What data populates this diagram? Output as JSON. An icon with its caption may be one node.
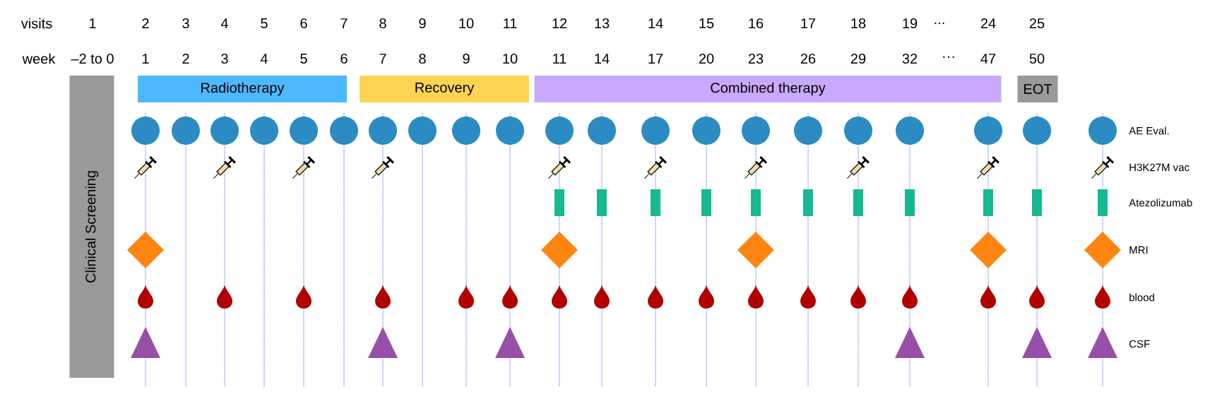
{
  "diagram": {
    "nodes": [
      {
        "text": [
          "Clinical Screening"
        ]
      },
      {
        "text": [
          "Radiotherapy"
        ]
      },
      {
        "text": [
          "Recovery"
        ]
      },
      {
        "text": [
          "Combined therapy"
        ]
      },
      {
        "text": [
          "EOT"
        ]
      }
    ],
    "labels": [
      "visits",
      "1",
      "2",
      "3",
      "4",
      "5",
      "6",
      "7",
      "8",
      "9",
      "10",
      "11",
      "12",
      "13",
      "14",
      "15",
      "16",
      "17",
      "18",
      "19",
      "...",
      "24",
      "25",
      "week",
      "–2 to 0",
      "1",
      "2",
      "3",
      "4",
      "5",
      "6",
      "7",
      "8",
      "9",
      "10",
      "11",
      "14",
      "17",
      "20",
      "23",
      "26",
      "29",
      "32",
      "···",
      "47",
      "50"
    ],
    "legend": [
      {
        "text": "AE Eval."
      },
      {
        "text": "H3K27M vac"
      },
      {
        "text": "Atezolizumab"
      },
      {
        "text": "MRI"
      },
      {
        "text": "blood"
      },
      {
        "text": "CSF"
      }
    ]
  }
}
